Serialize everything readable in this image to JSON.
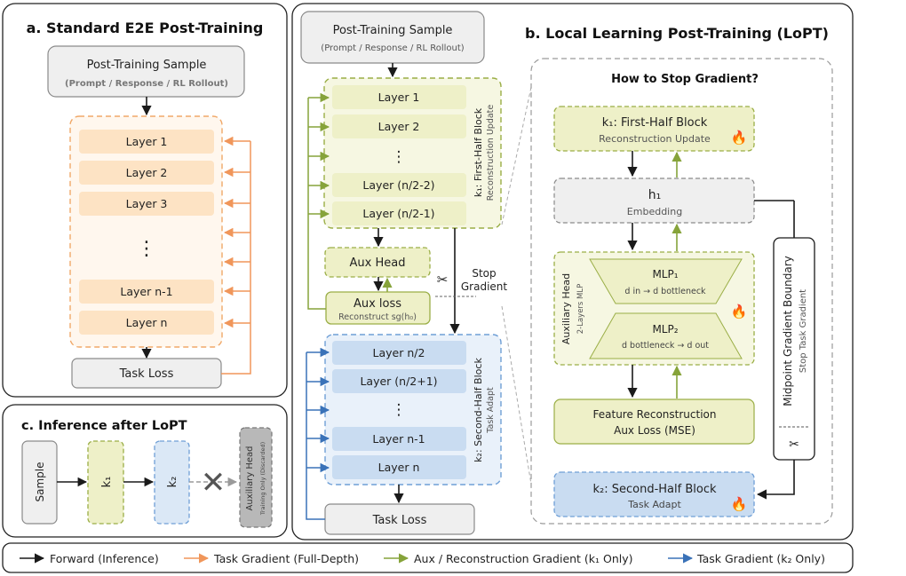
{
  "colors": {
    "forward": "#1a1a1a",
    "task_full": "#f0965a",
    "aux": "#86a33a",
    "task_k2": "#3a72b8",
    "orange_fill": "#fde3c4",
    "orange_border": "#f0a868",
    "green_fill": "#eef0c8",
    "green_border": "#9aae46",
    "blue_fill": "#dbe8f6",
    "blue_border": "#6f9fd6",
    "gray_fill": "#efefef",
    "gray_border": "#8a8a8a",
    "fire": "#f07a30"
  },
  "panel_a": {
    "title": "a. Standard  E2E  Post-Training",
    "sample_title": "Post-Training Sample",
    "sample_sub": "(Prompt / Response / RL Rollout)",
    "layers": [
      "Layer 1",
      "Layer 2",
      "Layer 3",
      "Layer n-1",
      "Layer n"
    ],
    "ellipsis": "⋮",
    "task_loss": "Task Loss"
  },
  "panel_b": {
    "title": "b. Local  Learning Post-Training (LoPT)",
    "sample_title": "Post-Training Sample",
    "sample_sub": "(Prompt / Response / RL Rollout)",
    "k1_layers": [
      "Layer 1",
      "Layer 2",
      "Layer (n/2-2)",
      "Layer (n/2-1)"
    ],
    "k1_label": "k₁: First-Half Block",
    "k1_sub": "Reconstruction Update",
    "ellipsis": "⋮",
    "aux_head": "Aux Head",
    "aux_loss": "Aux loss",
    "aux_loss_sub": "Reconstruct sg(h₀)",
    "stop_line1": "Stop",
    "stop_line2": "Gradient",
    "scissors": "✂",
    "k2_layers": [
      "Layer n/2",
      "Layer (n/2+1)",
      "Layer n-1",
      "Layer n"
    ],
    "k2_label": "k₂: Second-Half Block",
    "k2_sub": "Task Adapt",
    "task_loss": "Task Loss"
  },
  "detail": {
    "title": "How to Stop Gradient?",
    "k1_title": "k₁: First-Half Block",
    "k1_sub": "Reconstruction Update",
    "h1_title": "h₁",
    "h1_sub": "Embedding",
    "aux_head_label": "Auxiliary Head",
    "aux_head_sub": "2-Layers MLP",
    "mlp1_title": "MLP₁",
    "mlp1_sub": "d in → d bottleneck",
    "mlp2_title": "MLP₂",
    "mlp2_sub": "d bottleneck → d out",
    "feat_line1": "Feature Reconstruction",
    "feat_line2": "Aux Loss (MSE)",
    "k2_title": "k₂: Second-Half Block",
    "k2_sub": "Task Adapt",
    "boundary_line1": "Midpoint Gradient Boundary",
    "boundary_line2": "Stop Task Gradient",
    "fire": "🔥"
  },
  "panel_c": {
    "title": "c. Inference after LoPT",
    "sample": "Sample",
    "k1": "k₁",
    "k2": "k₂",
    "cross": "✕",
    "aux_line1": "Auxiliary Head",
    "aux_line2": "Training Only (Discarded)"
  },
  "legend": {
    "forward": "Forward (Inference)",
    "task_full": "Task Gradient (Full-Depth)",
    "aux": "Aux / Reconstruction Gradient (k₁ Only)",
    "task_k2": "Task Gradient (k₂ Only)"
  }
}
